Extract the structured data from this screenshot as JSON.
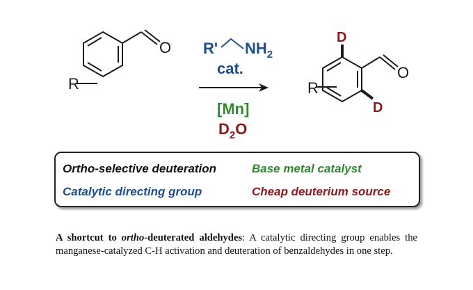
{
  "reagents": {
    "amine_r": "R'",
    "amine_nh": "NH",
    "amine_sub": "2",
    "cat_label": "cat.",
    "metal": "[Mn]",
    "d2o_d": "D",
    "d2o_sub": "2",
    "d2o_o": "O"
  },
  "substrate": {
    "r_group": "R",
    "oxygen": "O"
  },
  "product": {
    "r_group": "R",
    "oxygen": "O",
    "deuterium_top": "D",
    "deuterium_bottom": "D"
  },
  "features": {
    "f1": "Ortho-selective deuteration",
    "f2": "Base metal catalyst",
    "f3": "Catalytic directing group",
    "f4": "Cheap deuterium source"
  },
  "caption": {
    "bold_a": "A shortcut to ",
    "bold_italic": "ortho",
    "bold_b": "-deuterated aldehydes",
    "rest": ": A catalytic directing group enables the manganese-catalyzed C-H activation and deuteration of benzaldehydes in one step."
  },
  "colors": {
    "blue": "#1f4e8c",
    "green": "#2f8a2f",
    "darkred": "#8b1a1a",
    "black": "#1a1a1a"
  }
}
